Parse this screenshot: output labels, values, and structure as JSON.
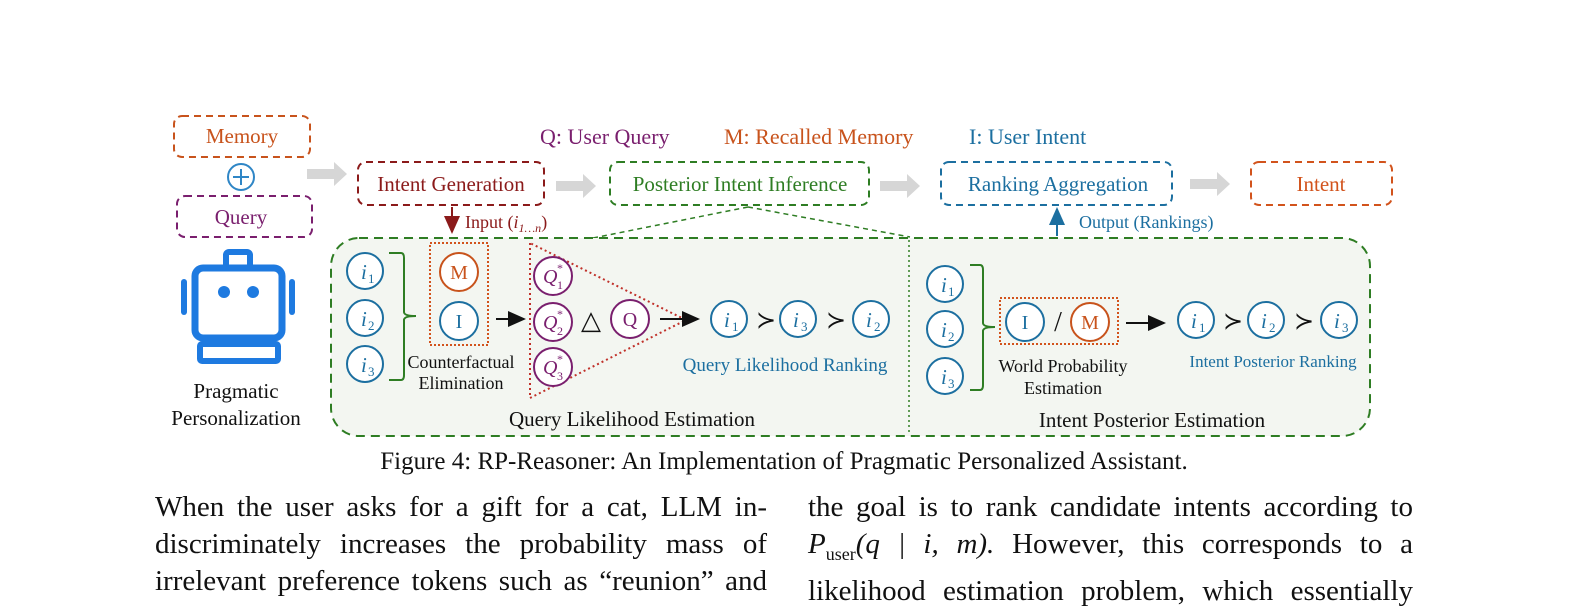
{
  "colors": {
    "memory": "#c8531c",
    "intent_gen": "#8b1a1a",
    "query": "#7a1f6e",
    "posterior": "#2e7d23",
    "ranking": "#1c6fa0",
    "intent_out": "#d2531c",
    "robot": "#1e7ae0",
    "panel_bg": "#f3f6f1",
    "arrow_grey": "#d6d6d6"
  },
  "legend": {
    "q": "Q: User Query",
    "m": "M: Recalled Memory",
    "i": "I: User Intent"
  },
  "pipeline": {
    "memory": "Memory",
    "plus": "+",
    "query": "Query",
    "intent_generation": "Intent Generation",
    "posterior_inference": "Posterior Intent Inference",
    "ranking_aggregation": "Ranking Aggregation",
    "intent": "Intent",
    "input_label": "Input (",
    "input_sub": "1…n",
    "output_label": "Output (Rankings)",
    "robot_caption_1": "Pragmatic",
    "robot_caption_2": "Personalization"
  },
  "qle": {
    "title": "Query Likelihood Estimation",
    "intents": [
      "1",
      "2",
      "3"
    ],
    "m": "M",
    "i": "I",
    "counterfactual_1": "Counterfactual",
    "counterfactual_2": "Elimination",
    "qstars": [
      "1",
      "2",
      "3"
    ],
    "delta": "△",
    "q": "Q",
    "ranking_label": "Query Likelihood Ranking",
    "ranking_order": [
      "1",
      "3",
      "2"
    ],
    "succ": "≻"
  },
  "ipe": {
    "title": "Intent Posterior Estimation",
    "intents": [
      "1",
      "2",
      "3"
    ],
    "i": "I",
    "slash": "/",
    "m": "M",
    "world_1": "World Probability",
    "world_2": "Estimation",
    "ranking_label": "Intent Posterior Ranking",
    "ranking_order": [
      "1",
      "2",
      "3"
    ],
    "succ": "≻"
  },
  "caption": "Figure 4: RP-Reasoner: An Implementation of Pragmatic Personalized Assistant.",
  "left_column": [
    "When the user asks for a gift for a cat, LLM in-",
    "discriminately increases the probability mass of",
    "irrelevant preference tokens such as “reunion” and"
  ],
  "right_column": {
    "line1": "the goal is to rank candidate intents according to",
    "line2_p": "P",
    "line2_sub": "user",
    "line2_args": "(q | i, m).",
    "line2_rest": "However, this corresponds to a",
    "line3": "likelihood estimation problem, which essentially"
  }
}
